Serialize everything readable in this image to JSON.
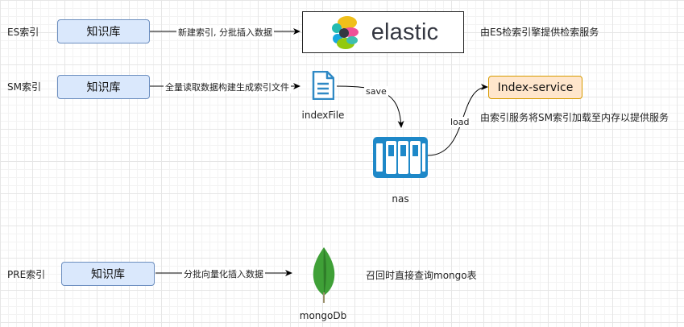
{
  "rows": {
    "es": {
      "label": "ES索引",
      "source_box": "知识库",
      "edge_label": "新建索引, 分批插入数据",
      "target_logo_text": "elastic",
      "note": "由ES检索引擎提供检索服务"
    },
    "sm": {
      "label": "SM索引",
      "source_box": "知识库",
      "edge_label": "全量读取数据构建生成索引文件",
      "file_caption": "indexFile",
      "save_label": "save",
      "nas_caption": "nas",
      "load_label": "load",
      "service_box": "Index-service",
      "note": "由索引服务将SM索引加载至内存以提供服务"
    },
    "pre": {
      "label": "PRE索引",
      "source_box": "知识库",
      "edge_label": "分批向量化插入数据",
      "db_caption": "mongoDb",
      "note": "召回时直接查询mongo表"
    }
  },
  "colors": {
    "kb_fill": "#dae8fc",
    "kb_stroke": "#6c8ebf",
    "service_fill": "#ffe6cc",
    "service_stroke": "#d79b00",
    "file_icon": "#2f89c5",
    "nas_icon": "#1e88c8",
    "mongo_leaf": "#3fa037"
  },
  "icons": {
    "file": "document-icon",
    "nas": "storage-server-icon",
    "db": "mongodb-leaf-icon",
    "es": "elastic-logo"
  }
}
